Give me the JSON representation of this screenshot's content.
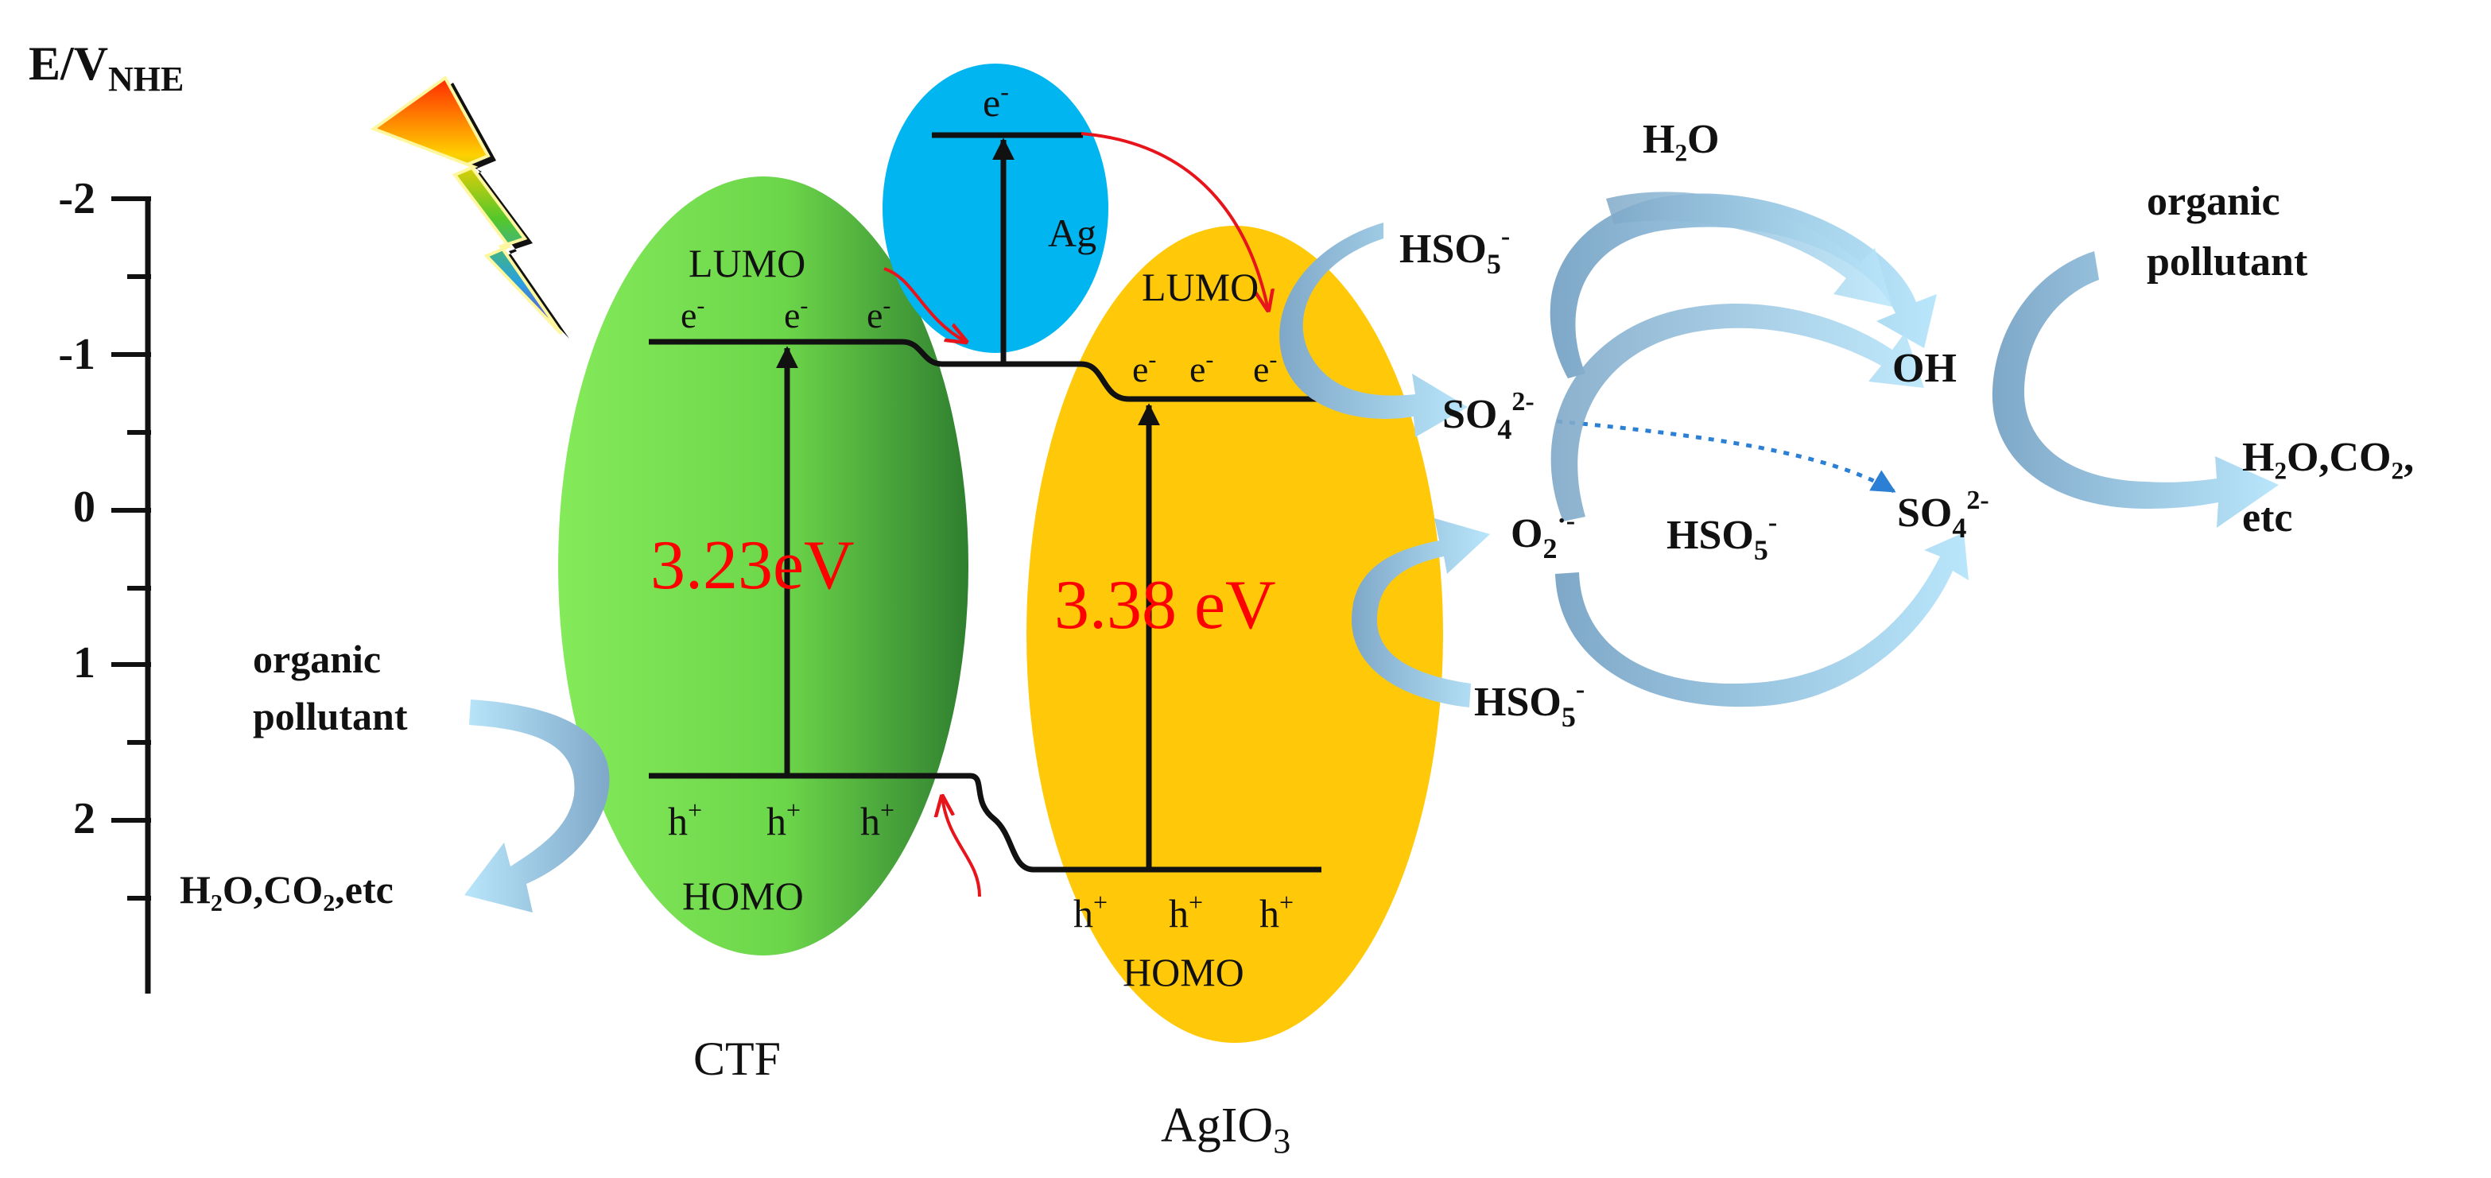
{
  "axis": {
    "label_main": "E/V",
    "label_sub": "NHE",
    "ticks": [
      "-2",
      "-1",
      "0",
      "1",
      "2"
    ]
  },
  "ctf": {
    "name": "CTF",
    "lumo": "LUMO",
    "homo": "HOMO",
    "electron": "e",
    "electron_sup": "-",
    "hole": "h",
    "hole_sup": "+",
    "band_gap": "3.23eV",
    "fill_color": "#6cd64a"
  },
  "ag": {
    "name": "Ag",
    "electron": "e",
    "electron_sup": "-",
    "fill_color": "#00b5f0"
  },
  "agio3": {
    "name_main": "AgIO",
    "name_sub": "3",
    "lumo": "LUMO",
    "homo": "HOMO",
    "electron": "e",
    "electron_sup": "-",
    "hole": "h",
    "hole_sup": "+",
    "band_gap": "3.38 eV",
    "fill_color": "#ffc90a"
  },
  "left_reaction": {
    "reactant_line1": "organic",
    "reactant_line2": "pollutant",
    "product": "H₂O,CO₂,etc"
  },
  "species": {
    "hso5_main": "HSO",
    "hso5_sub": "5",
    "hso5_sup": "-",
    "so4_main": "SO",
    "so4_sub": "4",
    "so4_sup": "2-",
    "o2_main": "O",
    "o2_sub": "2",
    "o2_sup": "·-",
    "h2o": "H₂O",
    "oh": "OH"
  },
  "right_reaction": {
    "reactant_line1": "organic",
    "reactant_line2": "pollutant",
    "product_line1": "H₂O,CO₂,",
    "product_line2": "etc"
  },
  "colors": {
    "band_gap_text": "#ff0000",
    "transfer_arrow": "#e8141b",
    "dotted_arrow": "#2b7fd4",
    "flow_arrow": "#9fd3ef",
    "flow_arrow_dark": "#7aa5c9"
  }
}
